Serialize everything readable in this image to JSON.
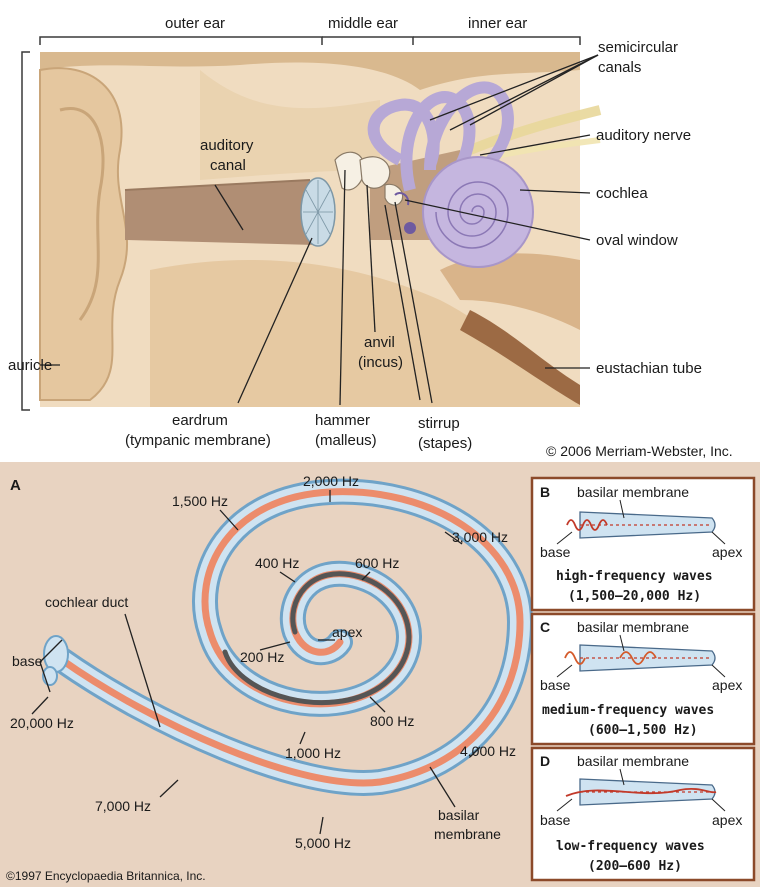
{
  "ear_diagram": {
    "regions": {
      "outer_ear": "outer ear",
      "middle_ear": "middle ear",
      "inner_ear": "inner ear"
    },
    "labels": {
      "auricle": "auricle",
      "auditory_canal_1": "auditory",
      "auditory_canal_2": "canal",
      "semicircular_1": "semicircular",
      "semicircular_2": "canals",
      "auditory_nerve": "auditory nerve",
      "cochlea": "cochlea",
      "oval_window": "oval window",
      "eustachian_tube": "eustachian tube",
      "eardrum_1": "eardrum",
      "eardrum_2": "(tympanic membrane)",
      "hammer_1": "hammer",
      "hammer_2": "(malleus)",
      "anvil_1": "anvil",
      "anvil_2": "(incus)",
      "stirrup_1": "stirrup",
      "stirrup_2": "(stapes)"
    },
    "copyright": "© 2006 Merriam-Webster, Inc."
  },
  "cochlea_diagram": {
    "panel_letter": "A",
    "labels": {
      "cochlear_duct": "cochlear duct",
      "base": "base",
      "apex": "apex",
      "basilar_1": "basilar",
      "basilar_2": "membrane"
    },
    "frequencies": {
      "f20000": "20,000 Hz",
      "f7000": "7,000 Hz",
      "f5000": "5,000 Hz",
      "f4000": "4,000 Hz",
      "f3000": "3,000 Hz",
      "f2000": "2,000 Hz",
      "f1500": "1,500 Hz",
      "f1000": "1,000 Hz",
      "f800": "800 Hz",
      "f600": "600 Hz",
      "f400": "400 Hz",
      "f200": "200 Hz"
    },
    "copyright": "©1997 Encyclopaedia Britannica, Inc.",
    "panels": [
      {
        "letter": "B",
        "membrane": "basilar membrane",
        "base": "base",
        "apex": "apex",
        "title": "high-frequency waves",
        "range": "(1,500–20,000 Hz)"
      },
      {
        "letter": "C",
        "membrane": "basilar membrane",
        "base": "base",
        "apex": "apex",
        "title": "medium-frequency waves",
        "range": "(600–1,500 Hz)"
      },
      {
        "letter": "D",
        "membrane": "basilar membrane",
        "base": "base",
        "apex": "apex",
        "title": "low-frequency waves",
        "range": "(200–600 Hz)"
      }
    ]
  }
}
